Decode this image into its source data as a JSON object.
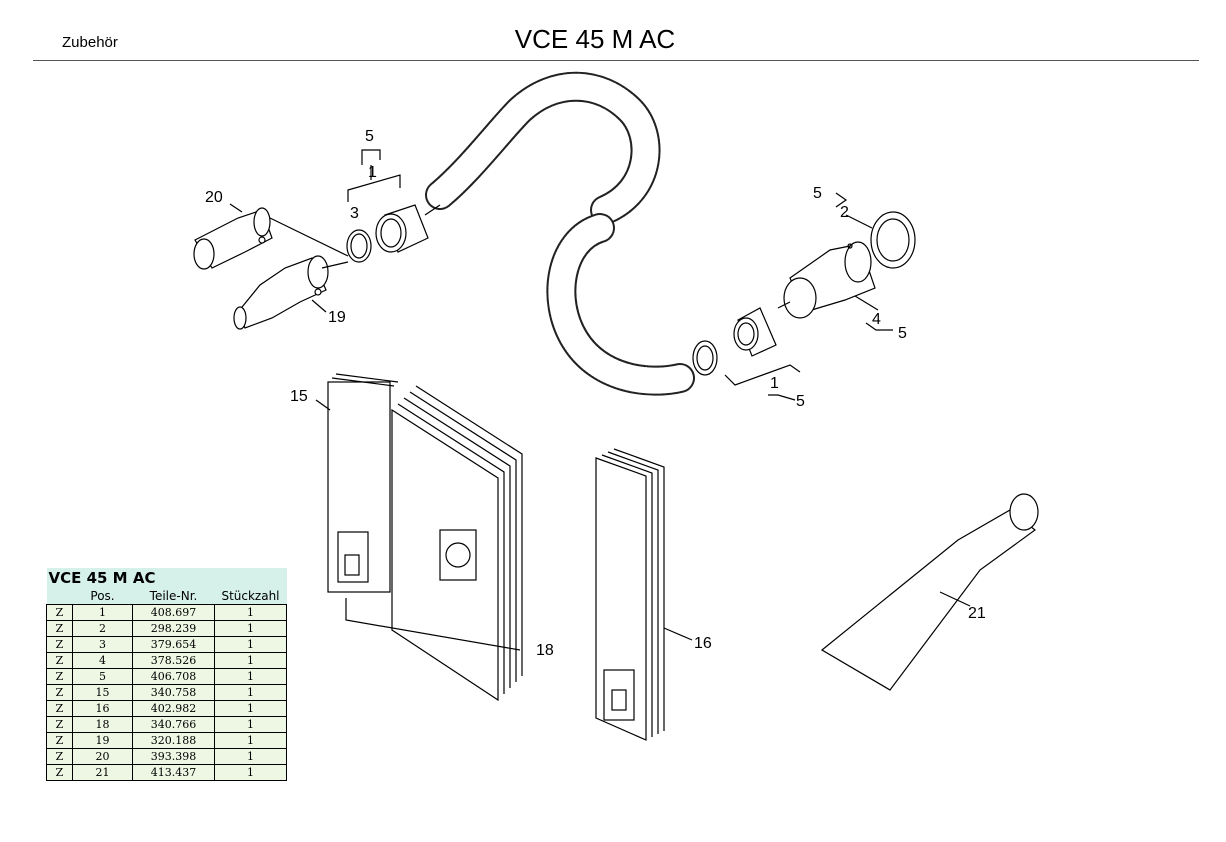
{
  "header": {
    "category": "Zubehör",
    "title": "VCE 45 M AC"
  },
  "callouts": {
    "c20": "20",
    "c19": "19",
    "c5a": "5",
    "c1a": "1",
    "c3": "3",
    "c5b": "5",
    "c2": "2",
    "c4": "4",
    "c5c": "5",
    "c1b": "1",
    "c5d": "5",
    "c15": "15",
    "c18": "18",
    "c16": "16",
    "c21": "21"
  },
  "parts_table": {
    "title": "VCE 45 M AC",
    "columns": [
      "",
      "Pos.",
      "Teile-Nr.",
      "Stückzahl"
    ],
    "rows": [
      [
        "Z",
        "1",
        "408.697",
        "1"
      ],
      [
        "Z",
        "2",
        "298.239",
        "1"
      ],
      [
        "Z",
        "3",
        "379.654",
        "1"
      ],
      [
        "Z",
        "4",
        "378.526",
        "1"
      ],
      [
        "Z",
        "5",
        "406.708",
        "1"
      ],
      [
        "Z",
        "15",
        "340.758",
        "1"
      ],
      [
        "Z",
        "16",
        "402.982",
        "1"
      ],
      [
        "Z",
        "18",
        "340.766",
        "1"
      ],
      [
        "Z",
        "19",
        "320.188",
        "1"
      ],
      [
        "Z",
        "20",
        "393.398",
        "1"
      ],
      [
        "Z",
        "21",
        "413.437",
        "1"
      ]
    ]
  }
}
